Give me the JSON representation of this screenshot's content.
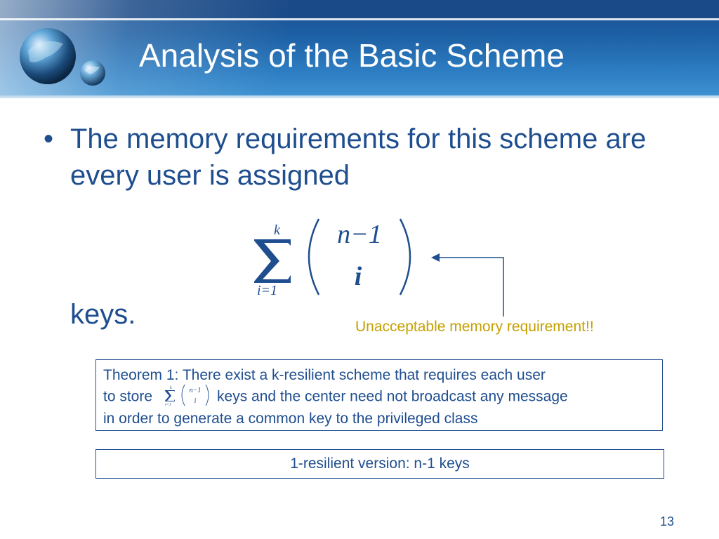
{
  "slide": {
    "title": "Analysis of the Basic Scheme",
    "bullet": "The memory requirements for this scheme are every user is assigned",
    "bullet_symbol": "•",
    "keys_word": "keys.",
    "formula": {
      "upper": "k",
      "lower": "i=1",
      "binom_top": "n−1",
      "binom_bottom": "i"
    },
    "note": "Unacceptable memory requirement!!",
    "theorem": {
      "line1": "Theorem 1: There exist a k-resilient scheme that requires each user",
      "line2_before": "to store",
      "line2_after": "keys and the center need not broadcast any message",
      "line3": "in order to generate a common key to the privileged class"
    },
    "version": "1-resilient version: n-1 keys",
    "page_number": "13"
  },
  "colors": {
    "text": "#1f4e8f",
    "note": "#c4a000",
    "title_bar": "#1d5fa3"
  },
  "icons": [
    "globe-logo-icon",
    "arrow-icon"
  ]
}
